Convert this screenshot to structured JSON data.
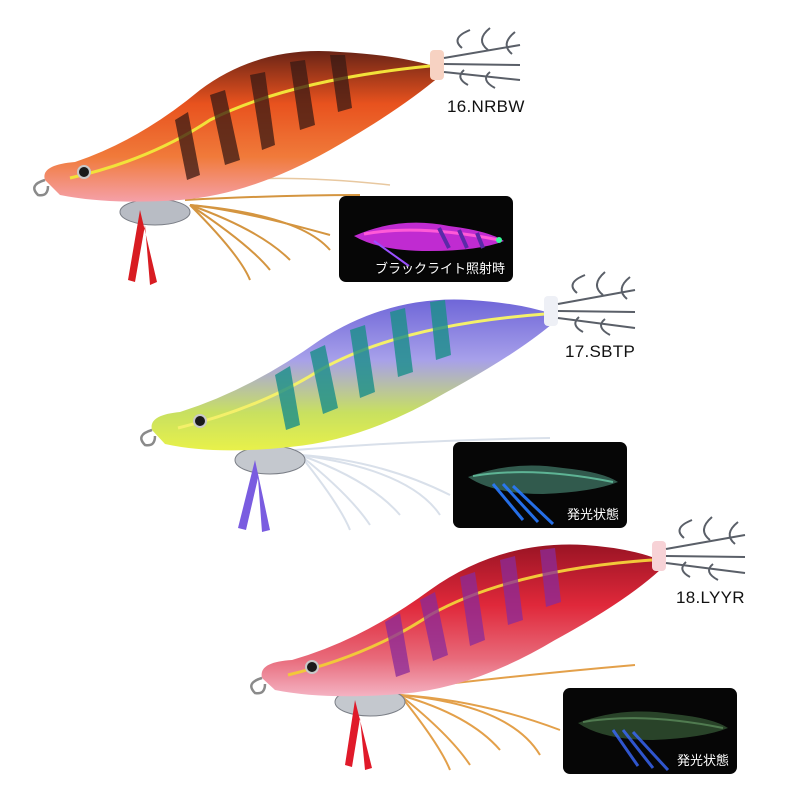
{
  "products": [
    {
      "code": "16.NRBW",
      "inset_caption": "ブラックライト照射時",
      "colors": {
        "body": "#e8521e",
        "back": "#7a2a1a",
        "belly": "#f5a0a8",
        "stripe": "#f2e23a",
        "bands": "#3a1a14",
        "tail": "#ff6a2a",
        "fin": "#d81c22",
        "legs": "#d08a2c"
      }
    },
    {
      "code": "17.SBTP",
      "inset_caption": "発光状態",
      "colors": {
        "body": "#a7a0ea",
        "back": "#6f66d8",
        "belly": "#e8f14a",
        "stripe": "#f4f06a",
        "bands": "#1b8f8a",
        "tail": "#e8e8ff",
        "fin": "#7a5ce0",
        "legs": "#d9e0ea"
      }
    },
    {
      "code": "18.LYYR",
      "inset_caption": "発光状態",
      "colors": {
        "body": "#e0283a",
        "back": "#9a1424",
        "belly": "#f4b2c2",
        "stripe": "#f2c83a",
        "bands": "#8a2a9a",
        "tail": "#ff4a5a",
        "fin": "#e01a2a",
        "legs": "#e3a04a"
      }
    }
  ]
}
